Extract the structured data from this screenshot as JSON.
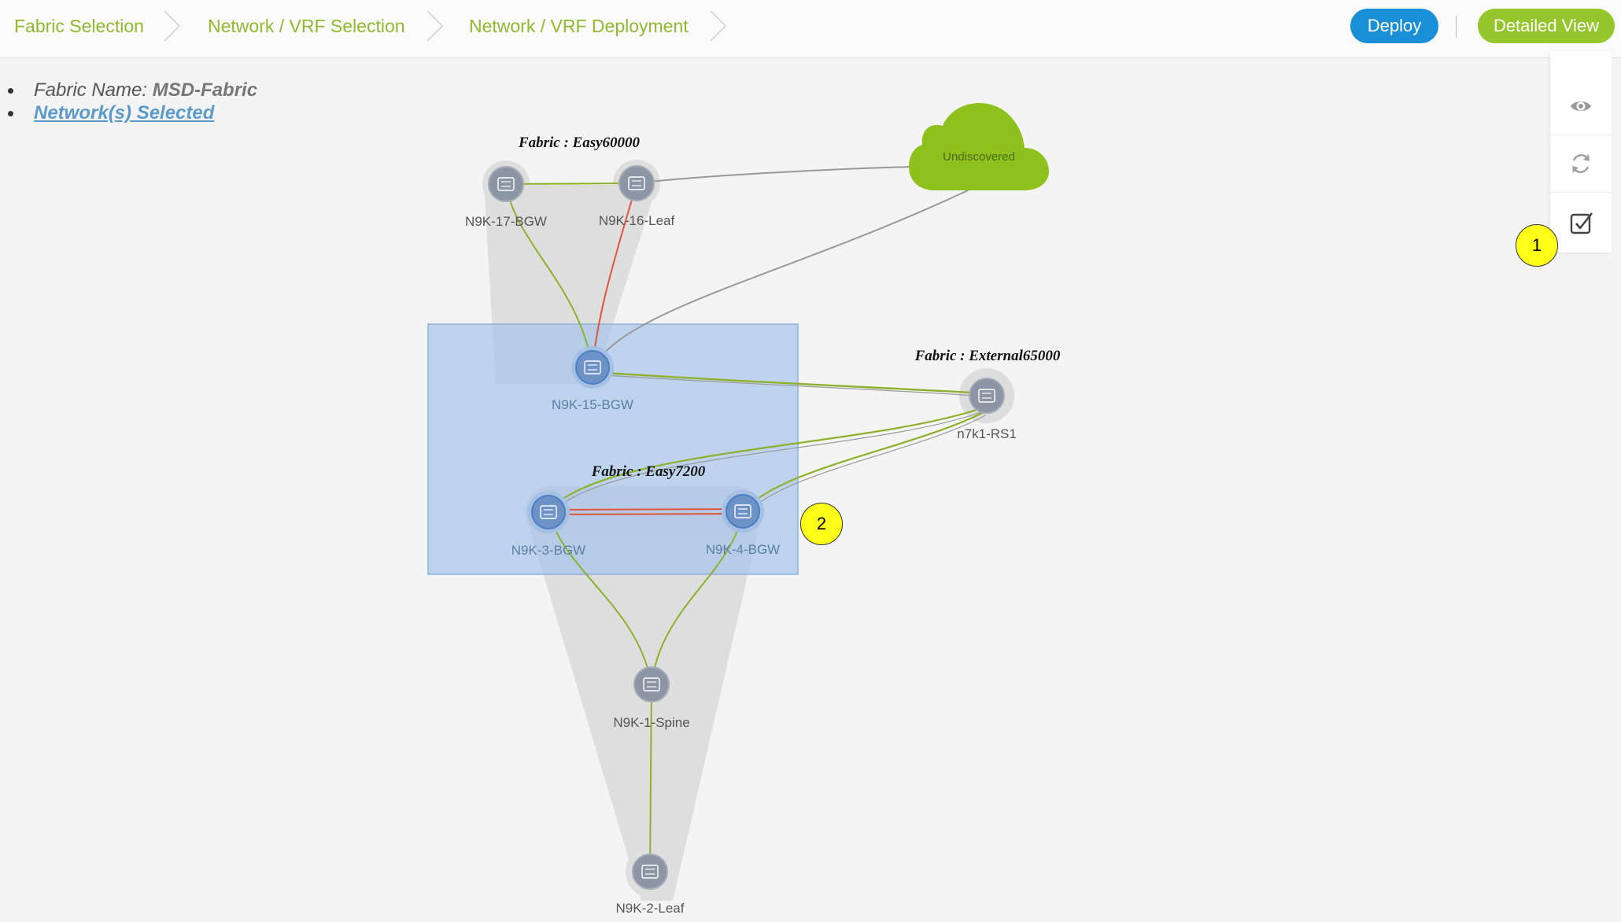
{
  "wizard": {
    "steps": [
      {
        "label": "Fabric Selection"
      },
      {
        "label": "Network / VRF Selection"
      },
      {
        "label": "Network / VRF Deployment"
      }
    ],
    "deploy_label": "Deploy",
    "detailed_view_label": "Detailed View"
  },
  "info": {
    "fabric_name_label": "Fabric Name:",
    "fabric_name_value": "MSD-Fabric",
    "networks_link": "Network(s) Selected"
  },
  "toolbar": {
    "items": [
      {
        "icon": "eye-icon"
      },
      {
        "icon": "refresh-icon"
      },
      {
        "icon": "checkbox-icon"
      }
    ]
  },
  "topology": {
    "fabrics": [
      {
        "label": "Fabric : Easy60000"
      },
      {
        "label": "Fabric : External65000"
      },
      {
        "label": "Fabric : Easy7200"
      }
    ],
    "cloud_label": "Undiscovered",
    "nodes": [
      {
        "id": "n17",
        "label": "N9K-17-BGW",
        "selected": false
      },
      {
        "id": "n16",
        "label": "N9K-16-Leaf",
        "selected": false
      },
      {
        "id": "n15",
        "label": "N9K-15-BGW",
        "selected": true
      },
      {
        "id": "rs1",
        "label": "n7k1-RS1",
        "selected": false
      },
      {
        "id": "n3",
        "label": "N9K-3-BGW",
        "selected": true
      },
      {
        "id": "n4",
        "label": "N9K-4-BGW",
        "selected": true
      },
      {
        "id": "n1",
        "label": "N9K-1-Spine",
        "selected": false
      },
      {
        "id": "n2",
        "label": "N9K-2-Leaf",
        "selected": false
      }
    ],
    "colors": {
      "link_green": "#8db12b",
      "link_red": "#e0553a",
      "link_gray": "#999999",
      "node_fill": "#8b95a3",
      "node_selected_fill": "#5f88bf",
      "cloud": "#8ec11d",
      "selection_box": "#a6c4ea"
    }
  },
  "callouts": [
    {
      "label": "1"
    },
    {
      "label": "2"
    }
  ]
}
